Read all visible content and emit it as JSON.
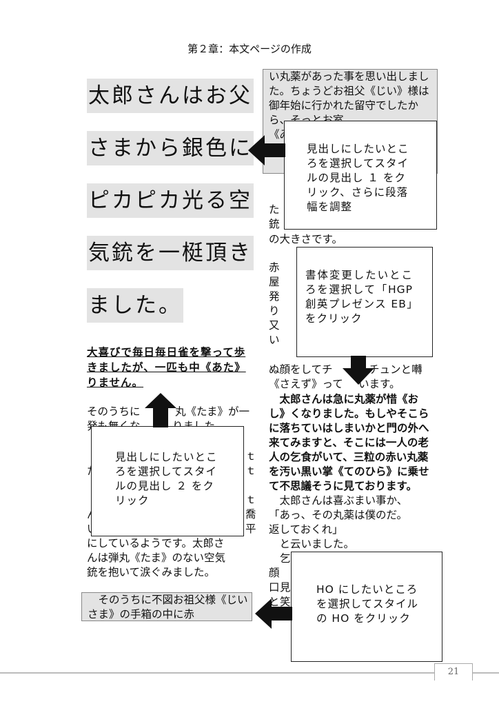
{
  "header": {
    "title": "第２章：本文ページの作成"
  },
  "heading1_lines": [
    "太郎さんはお父",
    "さまから銀色に",
    "ピカピカ光る空",
    "気銃を一梃頂き",
    "ました。"
  ],
  "heading2": {
    "text": "大喜びで毎日毎日雀を撃って歩きましたが、一匹も中《あた》りません。"
  },
  "left_column": {
    "para1_top": "そのうちに",
    "para1_top_right": "丸《たま》が一",
    "para1_line2": "発も無くな",
    "para1_line2_end": "りました。",
    "partial_line3_right": "ｔ",
    "partial_line4_left": "た",
    "partial_line4_right": "ｔ",
    "partial_line5_right": "ｔ",
    "partial_line6_left": "ん",
    "partial_line6_right": "喬",
    "partial_line7_left": "い",
    "partial_line7_right": "平",
    "line8": "にしているようです。太郎さ",
    "line9": "んは弾丸《たま》のない空気",
    "line10": "銃を抱いて涙ぐみました。",
    "ho_box": "そのうちに不図お祖父様《じいさま》の手箱の中に赤"
  },
  "right_column": {
    "top_box": "い丸薬があった事を思い出しました。ちょうどお祖父《じい》様は御年始に行かれた留守でしたから、そっとお室",
    "top_box_partial": "《ゐ",
    "top_box_last": "しま",
    "line_ta": "た",
    "line_jyu": "銃",
    "line_ookisa": "の大きさです。",
    "side_chars": [
      "赤",
      "屋",
      "発",
      "り",
      "又",
      "い"
    ],
    "line_kao": "ぬ顔をしてチ",
    "line_kao_end": "チュンと囀",
    "line_saezu": "《さえず》って",
    "line_saezu_end": "います。",
    "bold_paragraph": "太郎さんは急に丸薬が惜《おし》くなりました。もしやそこらに落ちていはしまいかと門の外へ来てみますと、そこには一人の老人の乞食がいて、三粒の赤い丸薬を汚い黒い掌《てのひら》に乗せて不思議そうに見ております。",
    "line_a": "太郎さんは喜ぶまい事か、",
    "line_b": "「あっ、その丸薬は僕のだ。",
    "line_c": "返しておくれ」",
    "line_d": "と云いました。",
    "side2": [
      "乞",
      "顔",
      "口",
      "と"
    ],
    "side2_suffix": [
      "",
      "",
      "見",
      "笑"
    ]
  },
  "callouts": {
    "c1": "見出しにしたいところを選択してスタイルの見出し １ をクリック、さらに段落幅を調整",
    "c2": "書体変更したいところを選択して「HGP 創英プレゼンス EB」をクリック",
    "c3": "見出しにしたいところを選択してスタイルの見出し ２ をクリック",
    "c4": "HO にしたいところを選択してスタイルの HO をクリック"
  },
  "footer": {
    "page_number": "21"
  }
}
